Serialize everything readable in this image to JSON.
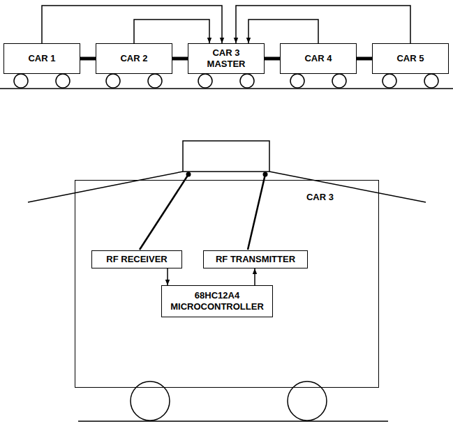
{
  "diagram": {
    "nodes": [
      {
        "text": [
          "CAR 1"
        ]
      },
      {
        "text": [
          "CAR 2"
        ]
      },
      {
        "text": [
          "CAR 3 MASTER"
        ]
      },
      {
        "text": [
          "CAR 4"
        ]
      },
      {
        "text": [
          "CAR 5"
        ]
      },
      {
        "text": [
          "CAR 3"
        ]
      },
      {
        "text": [
          "RF RECEIVER"
        ],
        "in": 5
      },
      {
        "text": [
          "RF TRANSMITTER"
        ],
        "in": 5
      },
      {
        "text": [
          "68HC12A4 MICROCONTROLLER"
        ],
        "in": 5
      }
    ],
    "edges": [
      {
        "from": 0,
        "to": 2,
        "arrow": "to"
      },
      {
        "from": 1,
        "to": 2,
        "arrow": "to"
      },
      {
        "from": 4,
        "to": 2,
        "arrow": "to"
      },
      {
        "from": 3,
        "to": 2,
        "arrow": "to"
      },
      {
        "from": 0,
        "to": 1,
        "arrow": "none"
      },
      {
        "from": 1,
        "to": 2,
        "arrow": "none"
      },
      {
        "from": 2,
        "to": 3,
        "arrow": "none"
      },
      {
        "from": 3,
        "to": 4,
        "arrow": "none"
      },
      {
        "from": 6,
        "to": 8,
        "arrow": "to"
      },
      {
        "from": 8,
        "to": 7,
        "arrow": "to"
      }
    ]
  }
}
